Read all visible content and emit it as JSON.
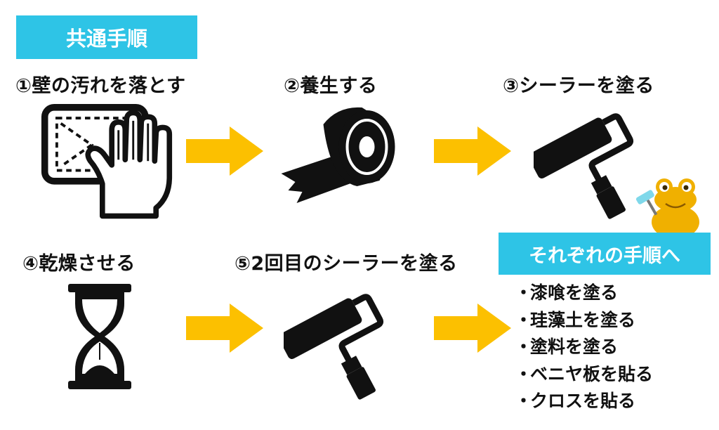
{
  "header": {
    "common_banner": "共通手順"
  },
  "steps": [
    {
      "label": "①壁の汚れを落とす",
      "icon": "wipe-wall-hand-icon"
    },
    {
      "label": "②養生する",
      "icon": "masking-tape-icon"
    },
    {
      "label": "③シーラーを塗る",
      "icon": "paint-roller-icon"
    },
    {
      "label": "④乾燥させる",
      "icon": "hourglass-icon"
    },
    {
      "label": "⑤2回目のシーラーを塗る",
      "icon": "paint-roller-icon"
    }
  ],
  "next": {
    "banner": "それぞれの手順へ",
    "bullet": "・",
    "items": [
      "漆喰を塗る",
      "珪藻土を塗る",
      "塗料を塗る",
      "ベニヤ板を貼る",
      "クロスを貼る"
    ]
  },
  "colors": {
    "accent": "#2ec4e6",
    "arrow": "#fcc000",
    "icon": "#111111",
    "mascot": "#f0b000"
  }
}
